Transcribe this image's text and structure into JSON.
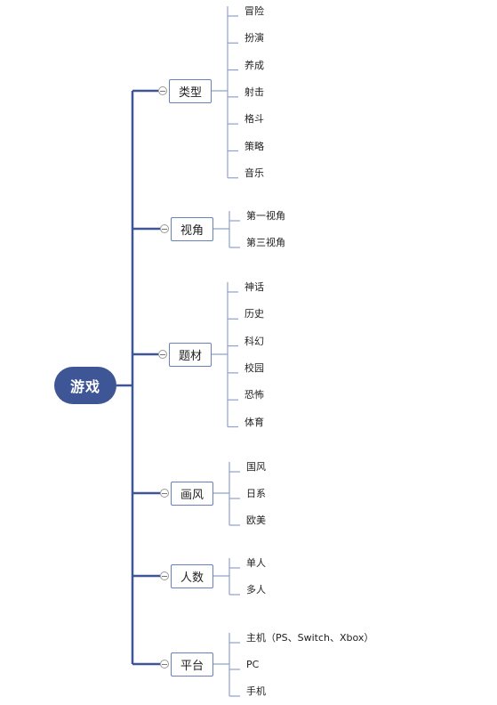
{
  "root": {
    "label": "游戏"
  },
  "branches": [
    {
      "label": "类型",
      "children": [
        "冒险",
        "扮演",
        "养成",
        "射击",
        "格斗",
        "策略",
        "音乐"
      ]
    },
    {
      "label": "视角",
      "children": [
        "第一视角",
        "第三视角"
      ]
    },
    {
      "label": "题材",
      "children": [
        "神话",
        "历史",
        "科幻",
        "校园",
        "恐怖",
        "体育"
      ]
    },
    {
      "label": "画风",
      "children": [
        "国风",
        "日系",
        "欧美"
      ]
    },
    {
      "label": "人数",
      "children": [
        "单人",
        "多人"
      ]
    },
    {
      "label": "平台",
      "children": [
        "主机（PS、Switch、Xbox）",
        "PC",
        "手机"
      ]
    }
  ],
  "colors": {
    "trunk": "#3e5596",
    "root_fill": "#3e5596",
    "node_border": "#6a80b8",
    "leaf_line": "#8fa0cc"
  }
}
